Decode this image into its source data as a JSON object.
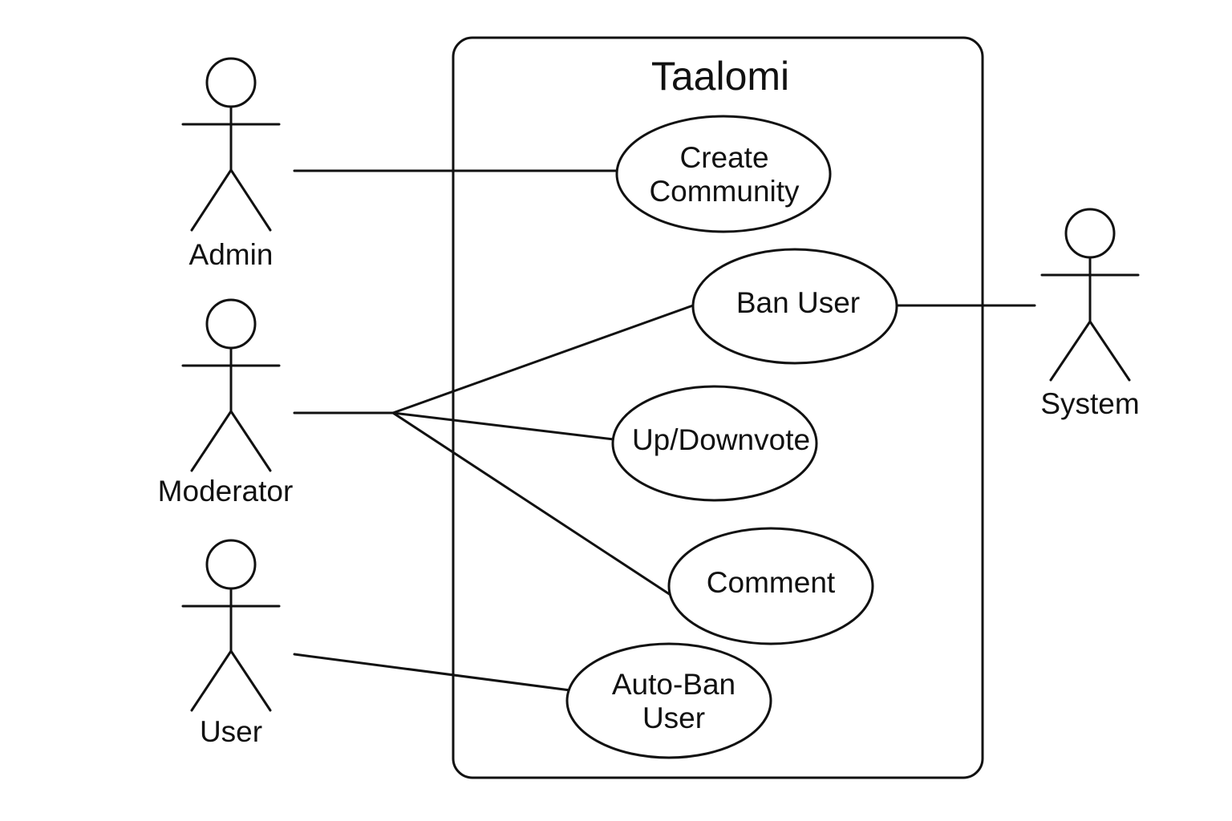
{
  "system_boundary": {
    "title": "Taalomi"
  },
  "actors": {
    "admin": "Admin",
    "moderator": "Moderator",
    "user": "User",
    "system": "System"
  },
  "use_cases": {
    "create_community": [
      "Create",
      "Community"
    ],
    "ban_user": [
      "Ban User"
    ],
    "updownvote": [
      "Up/Downvote"
    ],
    "comment": [
      "Comment"
    ],
    "auto_ban_user": [
      "Auto-Ban",
      "User"
    ]
  },
  "associations": [
    [
      "Admin",
      "Create Community"
    ],
    [
      "Moderator",
      "Ban User"
    ],
    [
      "Moderator",
      "Up/Downvote"
    ],
    [
      "Moderator",
      "Comment"
    ],
    [
      "User",
      "Auto-Ban User"
    ],
    [
      "System",
      "Ban User"
    ]
  ],
  "colors": {
    "stroke": "#111111",
    "background": "#ffffff"
  }
}
